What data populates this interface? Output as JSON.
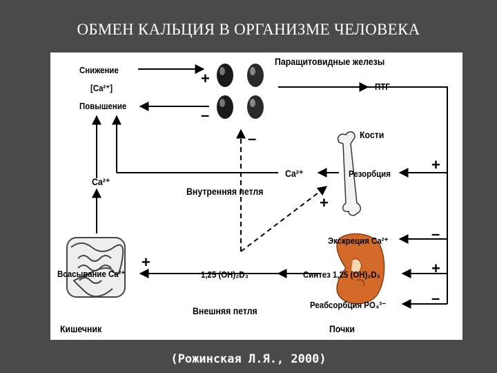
{
  "title": "ОБМЕН КАЛЬЦИЯ В ОРГАНИЗМЕ ЧЕЛОВЕКА",
  "labels": {
    "decrease": "Снижение",
    "ca_conc": "[Ca²⁺]",
    "increase": "Повышение",
    "parathyroid": "Паращитовидные железы",
    "pth": "ПТГ",
    "bones": "Кости",
    "ca_left": "Ca²⁺",
    "ca_mid": "Ca²⁺",
    "resorption": "Резорбция",
    "inner_loop": "Внутренняя петля",
    "excretion": "Экскреция Ca²⁺",
    "absorption": "Всасывание Ca²⁺",
    "calcitriol": "1,25 (OH)₂D₃",
    "synthesis": "Синтез 1,25 (OH)₂D₃",
    "reabsorption": "Реабсорбция PO₄³⁻",
    "outer_loop": "Внешняя петля",
    "intestine": "Кишечник",
    "kidneys": "Почки"
  },
  "signs": {
    "plus": "+",
    "minus": "–"
  },
  "citation": "(Рожинская Л.Я., 2000)"
}
